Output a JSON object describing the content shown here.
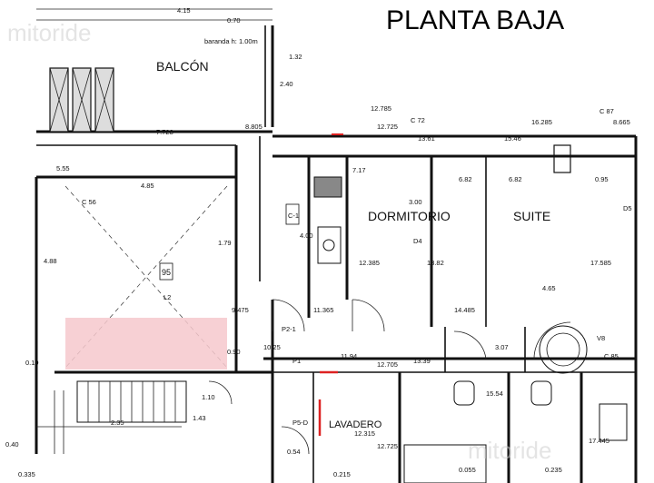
{
  "title": "PLANTA BAJA",
  "watermark": "mitoride",
  "rooms": {
    "balcon": "BALCÓN",
    "dormitorio": "DORMITORIO",
    "suite": "SUITE",
    "lavadero": "LAVADERO"
  },
  "dimensions": {
    "d1": "4.15",
    "d2": "0.70",
    "d3": "baranda h: 1.00m",
    "d4": "1.32",
    "d5": "2.40",
    "d6": "7.728",
    "d7": "8.805",
    "d8": "12.785",
    "d9": "12.725",
    "d10": "13.61",
    "d11": "15.46",
    "d12": "16.285",
    "d13": "8.665",
    "d14": "4.85",
    "d15": "4.88",
    "d16": "1.79",
    "d17": "9.475",
    "d18": "10.25",
    "d19": "11.365",
    "d20": "11.94",
    "d21": "12.705",
    "d22": "13.39",
    "d23": "14.485",
    "d24": "13.82",
    "d25": "12.385",
    "d26": "17.585",
    "d27": "4.65",
    "d28": "3.07",
    "d29": "15.54",
    "d30": "3.00",
    "d31": "6.82",
    "d32": "6.82",
    "d33": "12.315",
    "d34": "12.725",
    "d35": "17.445",
    "d36": "2.35",
    "d37": "0.40",
    "d38": "0.54",
    "d39": "0.215",
    "d40": "0.335",
    "d41": "0.19",
    "d42": "0.90",
    "d43": "1.43",
    "d44": "1.10",
    "d45": "0.235",
    "d46": "0.055",
    "d47": "5.55",
    "d48": "0.95",
    "d49": "4.00",
    "d50": "7.17"
  },
  "tags": {
    "t1": "C 56",
    "t2": "95",
    "t3": "C-1",
    "t4": "P2-1",
    "t5": "P1",
    "t6": "D4",
    "t7": "D5",
    "t8": "V8",
    "t9": "C 72",
    "t10": "C 87",
    "t11": "C 85",
    "t12": "P5-D",
    "t13": "L2"
  }
}
